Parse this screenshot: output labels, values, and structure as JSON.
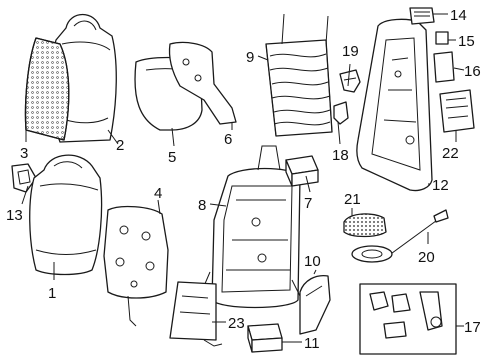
{
  "callouts": {
    "n1": "1",
    "n2": "2",
    "n3": "3",
    "n4": "4",
    "n5": "5",
    "n6": "6",
    "n7": "7",
    "n8": "8",
    "n9": "9",
    "n10": "10",
    "n11": "11",
    "n12": "12",
    "n13": "13",
    "n14": "14",
    "n15": "15",
    "n16": "16",
    "n17": "17",
    "n18": "18",
    "n19": "19",
    "n20": "20",
    "n21": "21",
    "n22": "22",
    "n23": "23"
  }
}
